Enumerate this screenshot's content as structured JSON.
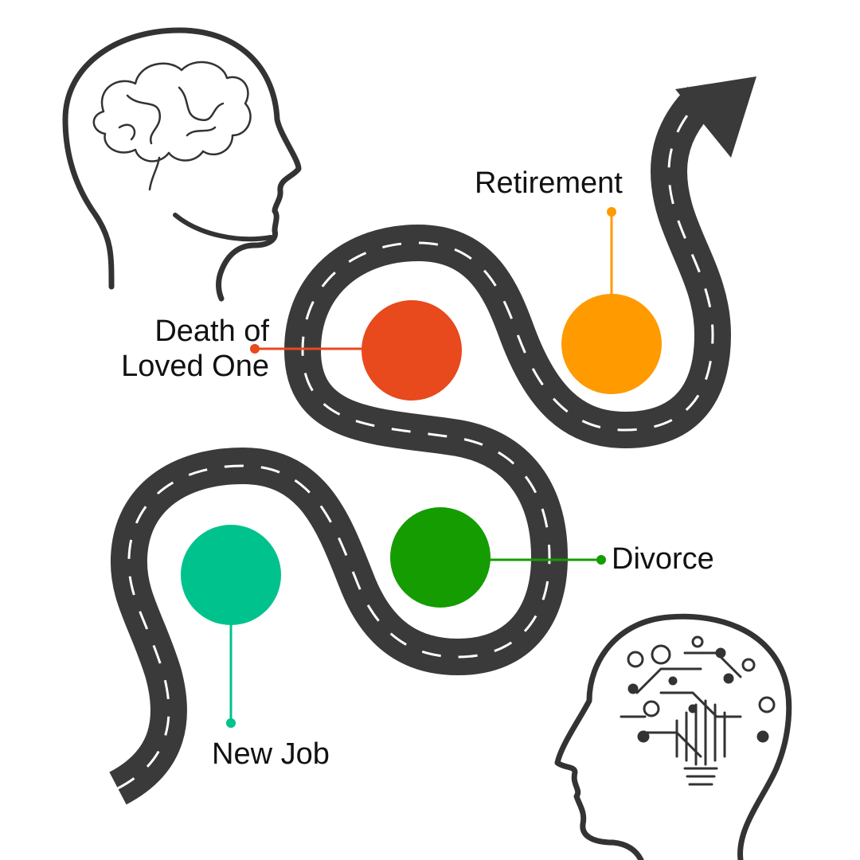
{
  "events": [
    {
      "id": "new-job",
      "label": "New Job",
      "color": "#00c28c"
    },
    {
      "id": "divorce",
      "label": "Divorce",
      "color": "#149c00"
    },
    {
      "id": "death",
      "label": "Death of Loved One",
      "line1": "Death of",
      "line2": "Loved One",
      "color": "#e8491d"
    },
    {
      "id": "retirement",
      "label": "Retirement",
      "color": "#ff9a00"
    }
  ],
  "colors": {
    "road": "#3a3a3a",
    "road_dash": "#ffffff",
    "outline": "#333333"
  },
  "icons": {
    "head_top_left": "brain-head-icon",
    "head_bottom_right": "circuit-brain-head-icon",
    "arrow": "arrow-head-icon"
  }
}
